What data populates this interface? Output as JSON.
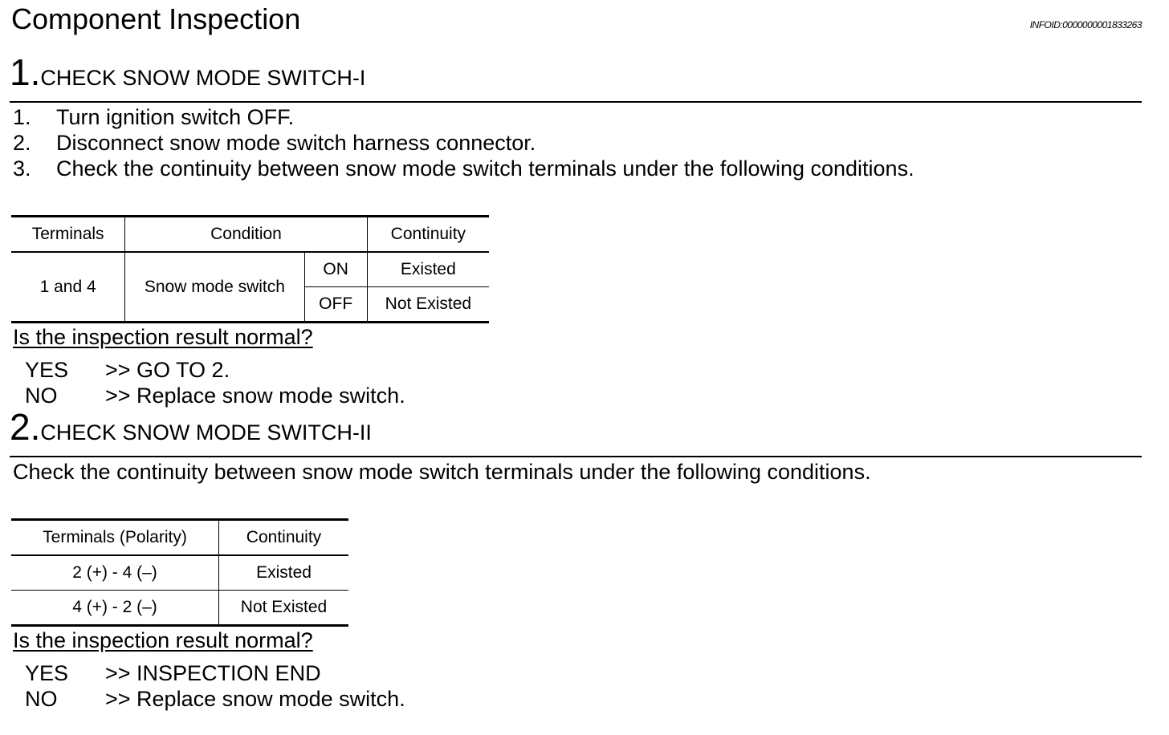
{
  "header": {
    "title": "Component Inspection",
    "info_id": "INFOID:0000000001833263"
  },
  "step1": {
    "number": "1.",
    "title": "CHECK SNOW MODE SWITCH-I",
    "instructions": [
      {
        "n": "1.",
        "text": "Turn ignition switch OFF."
      },
      {
        "n": "2.",
        "text": "Disconnect snow mode switch harness connector."
      },
      {
        "n": "3.",
        "text": "Check the continuity between snow mode switch terminals under the following conditions."
      }
    ],
    "table": {
      "headers": [
        "Terminals",
        "Condition",
        "Continuity"
      ],
      "terminals": "1 and 4",
      "condition": "Snow mode switch",
      "rows": [
        {
          "state": "ON",
          "continuity": "Existed"
        },
        {
          "state": "OFF",
          "continuity": "Not Existed"
        }
      ]
    },
    "question": "Is the inspection result normal?",
    "answers": [
      {
        "key": "YES",
        "text": ">> GO TO 2."
      },
      {
        "key": "NO",
        "text": ">> Replace snow mode switch."
      }
    ]
  },
  "step2": {
    "number": "2.",
    "title": "CHECK SNOW MODE SWITCH-II",
    "instruction": "Check the continuity between snow mode switch terminals under the following conditions.",
    "table": {
      "headers": [
        "Terminals (Polarity)",
        "Continuity"
      ],
      "rows": [
        {
          "terminals": "2 (+) - 4 (–)",
          "continuity": "Existed"
        },
        {
          "terminals": "4 (+) - 2 (–)",
          "continuity": "Not Existed"
        }
      ]
    },
    "question": "Is the inspection result normal?",
    "answers": [
      {
        "key": "YES",
        "text": ">> INSPECTION END"
      },
      {
        "key": "NO",
        "text": ">> Replace snow mode switch."
      }
    ]
  }
}
